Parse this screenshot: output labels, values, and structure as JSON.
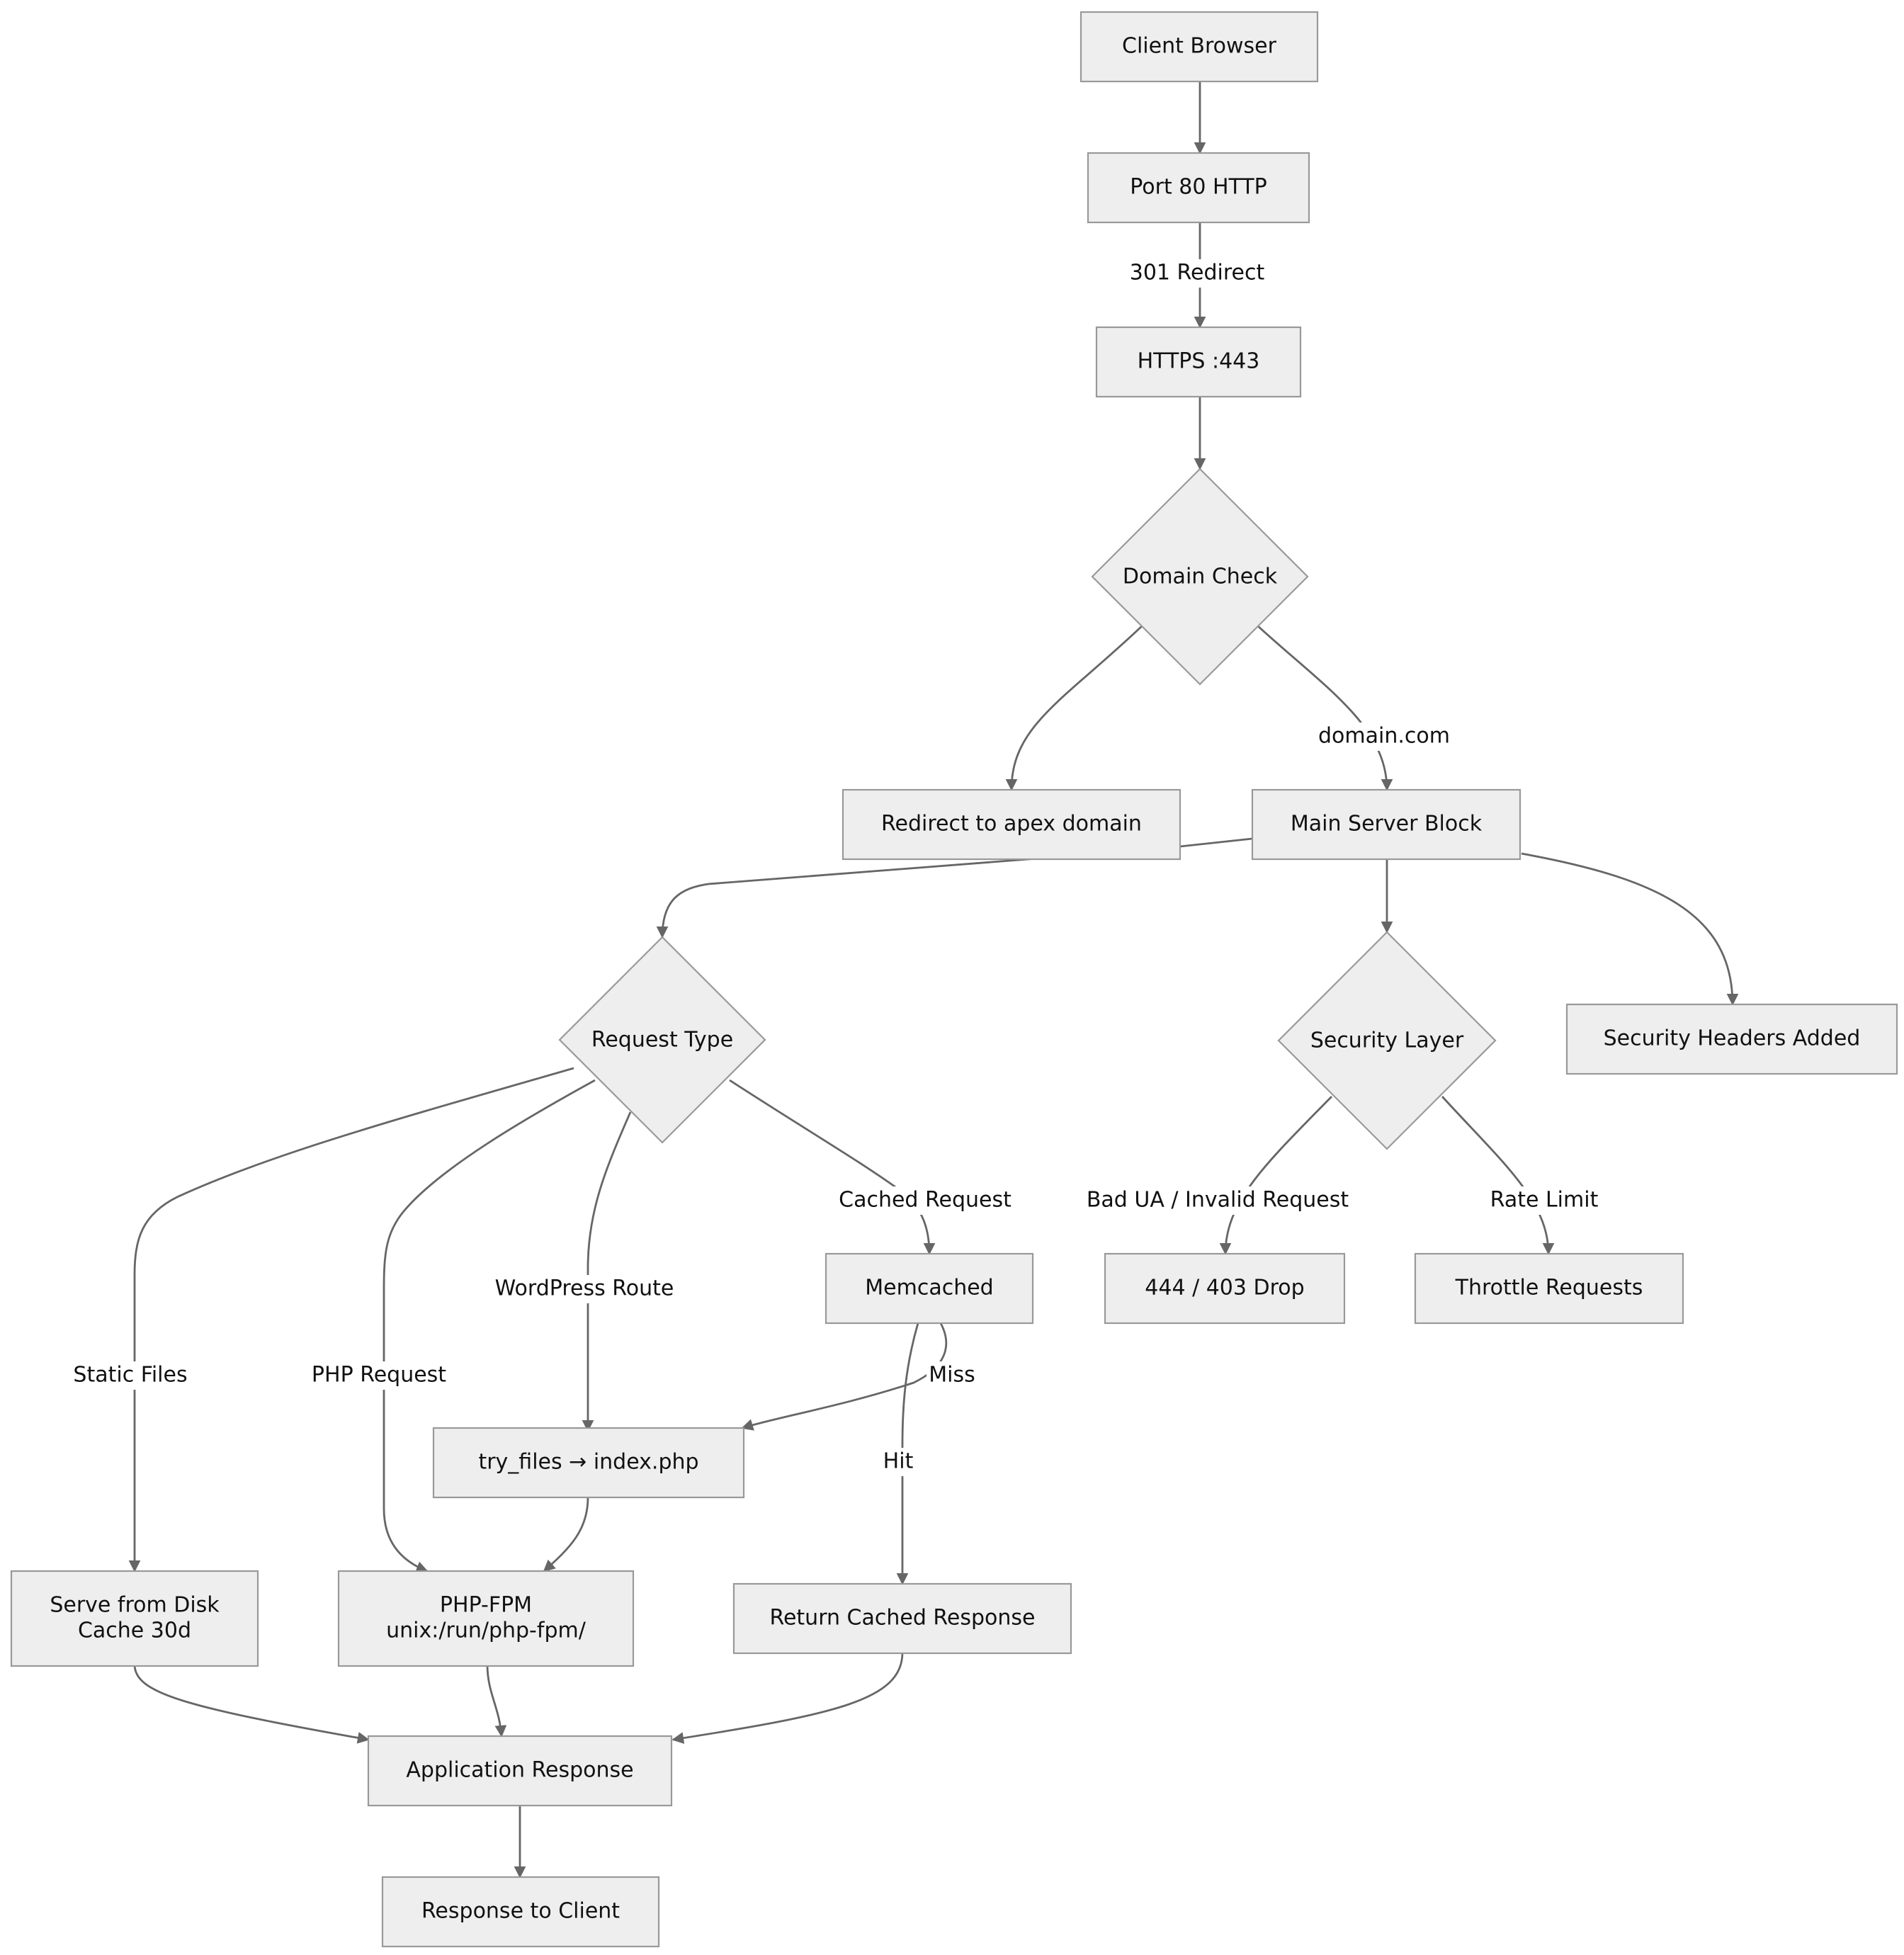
{
  "nodes": {
    "client": "Client Browser",
    "port80": "Port 80 HTTP",
    "https": "HTTPS :443",
    "domain_check": "Domain Check",
    "redirect_apex": "Redirect to apex domain",
    "main_block": "Main Server Block",
    "request_type": "Request Type",
    "security_layer": "Security Layer",
    "security_headers": "Security Headers Added",
    "memcached": "Memcached",
    "drop": "444 / 403 Drop",
    "throttle": "Throttle Requests",
    "try_files": "try_files → index.php",
    "serve_disk_1": "Serve from Disk",
    "serve_disk_2": "Cache 30d",
    "php_fpm_1": "PHP-FPM",
    "php_fpm_2": "unix:/run/php-fpm/",
    "return_cached": "Return Cached Response",
    "app_response": "Application Response",
    "response_client": "Response to Client"
  },
  "edges": {
    "redirect_301": "301 Redirect",
    "domain_com": "domain.com",
    "cached_request": "Cached Request",
    "wordpress_route": "WordPress Route",
    "static_files": "Static Files",
    "php_request": "PHP Request",
    "bad_ua": "Bad UA / Invalid Request",
    "rate_limit": "Rate Limit",
    "miss": "Miss",
    "hit": "Hit"
  }
}
